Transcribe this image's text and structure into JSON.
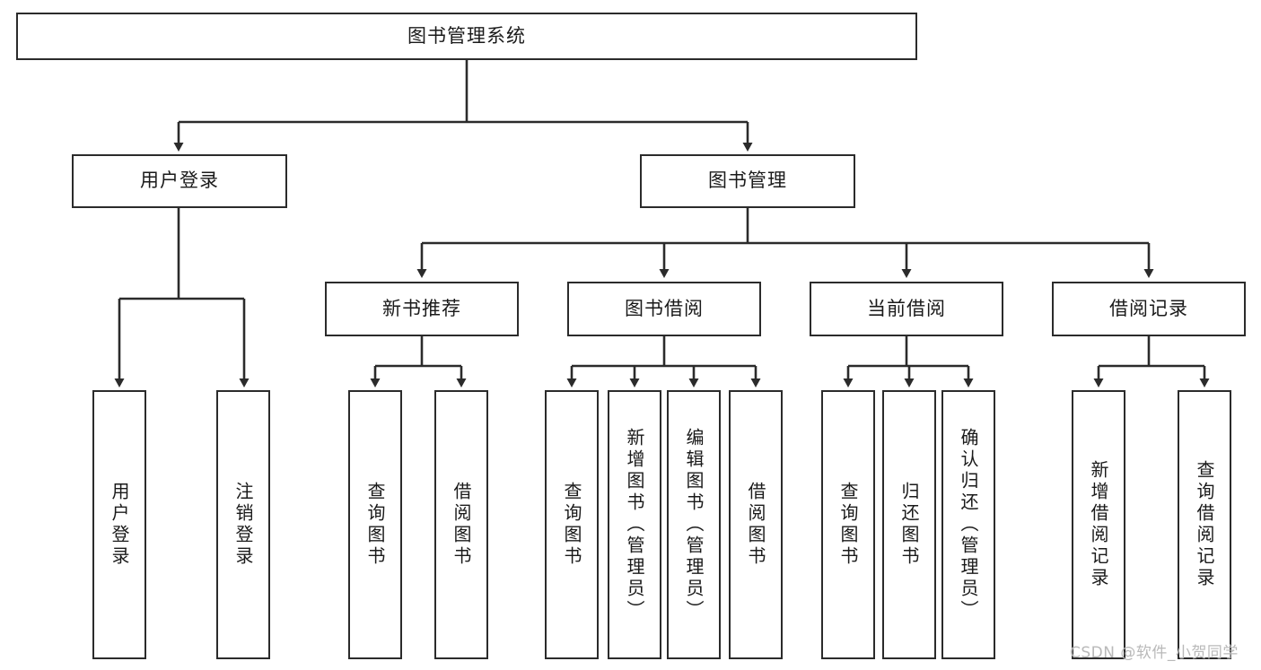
{
  "diagram": {
    "type": "tree",
    "title": "图书管理系统",
    "orientation": "top-down",
    "colors": {
      "node_border": "#2b2b2b",
      "node_fill": "#ffffff",
      "connector": "#2b2b2b",
      "background": "#ffffff",
      "watermark": "#b9b9b9"
    },
    "levels": 4
  },
  "root": {
    "label": "图书管理系统"
  },
  "level2": [
    {
      "label": "用户登录"
    },
    {
      "label": "图书管理"
    }
  ],
  "level3": [
    {
      "label": "新书推荐"
    },
    {
      "label": "图书借阅"
    },
    {
      "label": "当前借阅"
    },
    {
      "label": "借阅记录"
    }
  ],
  "leaves": {
    "user_login": [
      {
        "label": "用户登录"
      },
      {
        "label": "注销登录"
      }
    ],
    "new_book_recommend": [
      {
        "label": "查询图书"
      },
      {
        "label": "借阅图书"
      }
    ],
    "book_borrow": [
      {
        "label": "查询图书"
      },
      {
        "label": "新增图书（管理员）"
      },
      {
        "label": "编辑图书（管理员）"
      },
      {
        "label": "借阅图书"
      }
    ],
    "current_borrow": [
      {
        "label": "查询图书"
      },
      {
        "label": "归还图书"
      },
      {
        "label": "确认归还（管理员）"
      }
    ],
    "borrow_records": [
      {
        "label": "新增借阅记录"
      },
      {
        "label": "查询借阅记录"
      }
    ]
  },
  "watermark": {
    "text": "CSDN @软件_小贺同学"
  }
}
